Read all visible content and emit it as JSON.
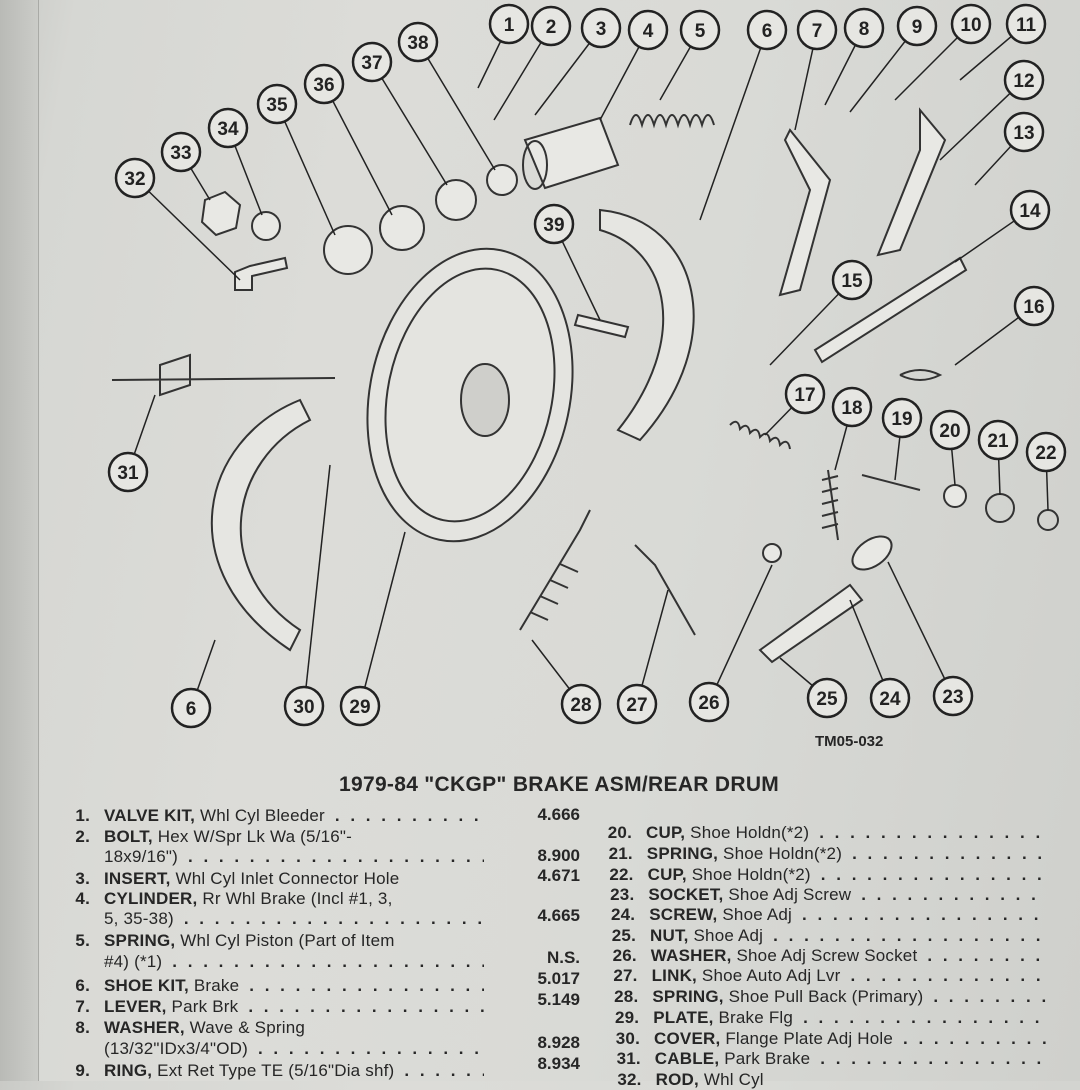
{
  "figure": {
    "id": "TM05-032",
    "title": "1979-84 \"CKGP\" BRAKE ASM/REAR DRUM",
    "callouts": [
      "1",
      "2",
      "3",
      "4",
      "5",
      "6",
      "7",
      "8",
      "9",
      "10",
      "11",
      "12",
      "13",
      "14",
      "15",
      "16",
      "17",
      "18",
      "19",
      "20",
      "21",
      "22",
      "23",
      "24",
      "25",
      "26",
      "27",
      "28",
      "29",
      "30",
      "6",
      "31",
      "32",
      "33",
      "34",
      "35",
      "36",
      "37",
      "38",
      "39"
    ]
  },
  "left_list": {
    "lines": [
      {
        "num": "1.",
        "name": "VALVE KIT,",
        "desc": " Whl Cyl Bleeder",
        "dots": true
      },
      {
        "num": "2.",
        "name": "BOLT,",
        "desc": " Hex W/Spr Lk Wa (5/16\"-",
        "dots": false
      },
      {
        "num": "",
        "name": "",
        "desc": "18x9/16\")",
        "dots": true
      },
      {
        "num": "3.",
        "name": "INSERT,",
        "desc": " Whl Cyl Inlet Connector Hole",
        "dots": false
      },
      {
        "num": "4.",
        "name": "CYLINDER,",
        "desc": " Rr Whl Brake (Incl #1, 3,",
        "dots": false
      },
      {
        "num": "",
        "name": "",
        "desc": "5, 35-38)",
        "dots": true
      },
      {
        "num": "5.",
        "name": "SPRING,",
        "desc": " Whl Cyl Piston (Part of Item",
        "dots": false
      },
      {
        "num": "",
        "name": "",
        "desc": "#4) (*1)",
        "dots": true
      },
      {
        "num": "6.",
        "name": "SHOE KIT,",
        "desc": " Brake",
        "dots": true
      },
      {
        "num": "7.",
        "name": "LEVER,",
        "desc": " Park Brk",
        "dots": true
      },
      {
        "num": "8.",
        "name": "WASHER,",
        "desc": " Wave & Spring",
        "dots": false
      },
      {
        "num": "",
        "name": "",
        "desc": "(13/32\"IDx3/4\"OD)",
        "dots": true
      },
      {
        "num": "9.",
        "name": "RING,",
        "desc": " Ext Ret Type TE (5/16\"Dia shf)",
        "dots": true
      }
    ],
    "values": [
      "4.666",
      "8.900",
      "4.671",
      "4.665",
      "N.S.",
      "5.017",
      "5.149",
      "8.928",
      "8.934"
    ]
  },
  "right_list": {
    "lines": [
      {
        "num": "20.",
        "name": "CUP,",
        "desc": " Shoe Holdn(*2)",
        "dots": true
      },
      {
        "num": "21.",
        "name": "SPRING,",
        "desc": " Shoe Holdn(*2)",
        "dots": true
      },
      {
        "num": "22.",
        "name": "CUP,",
        "desc": " Shoe Holdn(*2)",
        "dots": true
      },
      {
        "num": "23.",
        "name": "SOCKET,",
        "desc": " Shoe Adj Screw",
        "dots": true
      },
      {
        "num": "24.",
        "name": "SCREW,",
        "desc": " Shoe Adj",
        "dots": true
      },
      {
        "num": "25.",
        "name": "NUT,",
        "desc": " Shoe Adj",
        "dots": true
      },
      {
        "num": "26.",
        "name": "WASHER,",
        "desc": " Shoe Adj Screw Socket",
        "dots": true
      },
      {
        "num": "27.",
        "name": "LINK,",
        "desc": " Shoe Auto Adj Lvr",
        "dots": true
      },
      {
        "num": "28.",
        "name": "SPRING,",
        "desc": " Shoe Pull Back (Primary)",
        "dots": true
      },
      {
        "num": "29.",
        "name": "PLATE,",
        "desc": " Brake Flg",
        "dots": true
      },
      {
        "num": "30.",
        "name": "COVER,",
        "desc": " Flange Plate Adj Hole",
        "dots": true
      },
      {
        "num": "31.",
        "name": "CABLE,",
        "desc": " Park Brake",
        "dots": true
      },
      {
        "num": "32.",
        "name": "ROD,",
        "desc": " Whl Cyl",
        "dots": false
      }
    ]
  }
}
